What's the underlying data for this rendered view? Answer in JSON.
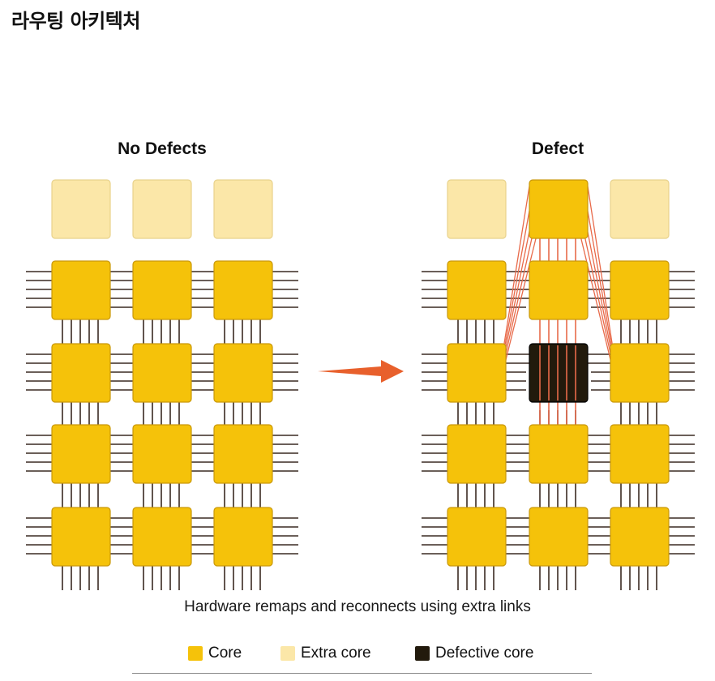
{
  "page": {
    "title": "라우팅 아키텍처"
  },
  "diagram": {
    "left_panel": {
      "title": "No Defects"
    },
    "right_panel": {
      "title": "Defect"
    },
    "caption": "Hardware remaps and reconnects using extra links"
  },
  "legend": {
    "items": [
      {
        "label": "Core",
        "color": "#f5c20a"
      },
      {
        "label": "Extra core",
        "color": "#fbe7a8"
      },
      {
        "label": "Defective core",
        "color": "#221a0c"
      }
    ]
  },
  "colors": {
    "core": "#f5c20a",
    "core_border": "#c9980a",
    "extra_core": "#fbe7a8",
    "extra_core_border": "#e8d28c",
    "defective_core": "#221a0c",
    "wire": "#3a2a22",
    "remap_link": "#e86a4a",
    "arrow": "#e8602c"
  }
}
